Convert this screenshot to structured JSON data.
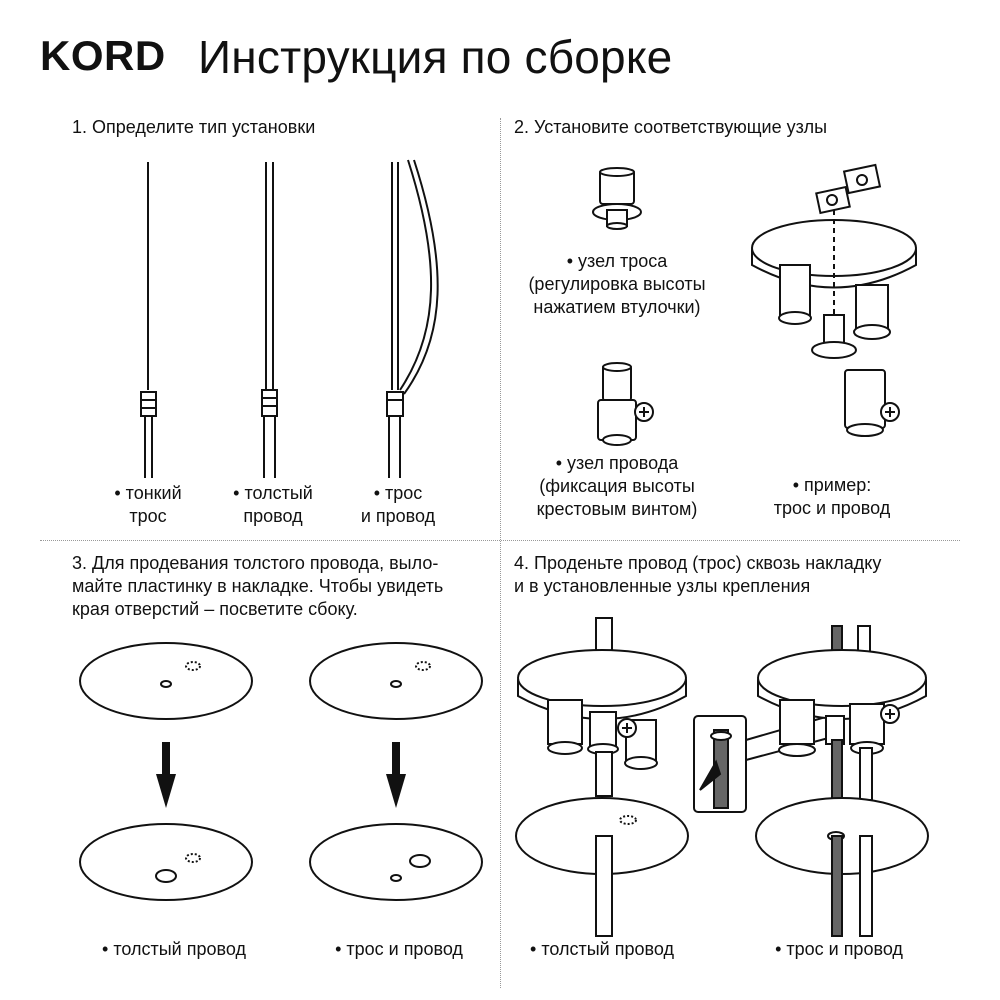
{
  "header": {
    "brand": "KORD",
    "title": "Инструкция по сборке"
  },
  "steps": [
    {
      "number_text": "1. Определите тип установки"
    },
    {
      "number_text": "2. Установите соответствующие узлы"
    },
    {
      "lines": [
        "3. Для продевания толстого провода, выло-",
        "майте пластинку в накладке.  Чтобы увидеть",
        "края  отверстий – посветите сбоку."
      ]
    },
    {
      "lines": [
        "4. Проденьте провод (трос) сквозь накладку",
        "и в установленные узлы крепления"
      ]
    }
  ],
  "section1": {
    "captions": [
      {
        "line1": "• тонкий",
        "line2": "трос"
      },
      {
        "line1": "• толстый",
        "line2": "провод"
      },
      {
        "line1": "• трос",
        "line2": "и провод"
      }
    ]
  },
  "section2": {
    "cable_node": {
      "line1": "• узел троса",
      "line2": "(регулировка высоты",
      "line3": "нажатием втулочки)"
    },
    "wire_node": {
      "line1": "• узел провода",
      "line2": "(фиксация высоты",
      "line3": "крестовым винтом)"
    },
    "example": {
      "line1": "• пример:",
      "line2": "трос и провод"
    }
  },
  "section3": {
    "captions": [
      "• толстый провод",
      "• трос и провод"
    ]
  },
  "section4": {
    "captions": [
      "• толстый провод",
      "• трос и провод"
    ]
  }
}
